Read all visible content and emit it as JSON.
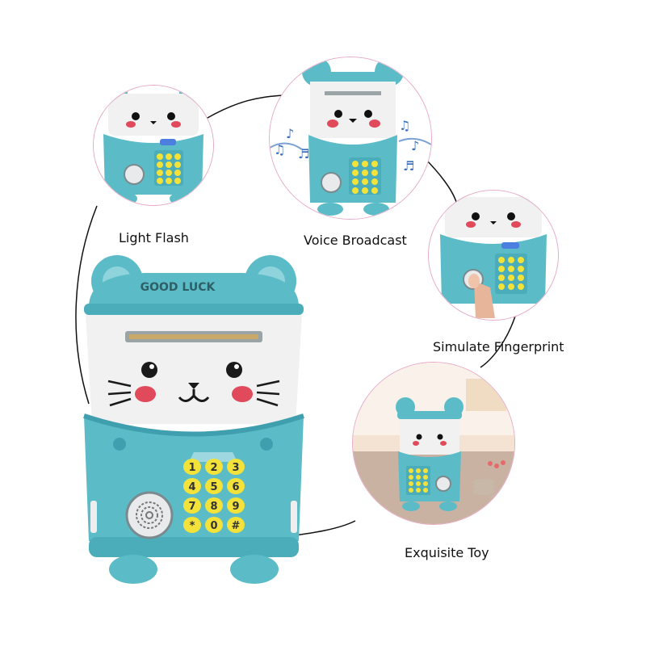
{
  "product": {
    "hood_text": "GOOD LUCK",
    "body_color": "#5bbcc8",
    "body_dark": "#3f9fae",
    "face_color": "#f1f1f1",
    "key_color": "#f3e23a",
    "keys": [
      "1",
      "2",
      "3",
      "4",
      "5",
      "6",
      "7",
      "8",
      "9",
      "*",
      "0",
      "#"
    ]
  },
  "features": {
    "light_flash": "Light Flash",
    "voice_broadcast": "Voice Broadcast",
    "simulate_fingerprint": "Simulate Fingerprint",
    "exquisite_toy": "Exquisite Toy"
  },
  "colors": {
    "ring_line": "#111111",
    "circle_border": "#e6a8c6",
    "note_color": "#3a6fbf",
    "cheek": "#e04a5a"
  }
}
